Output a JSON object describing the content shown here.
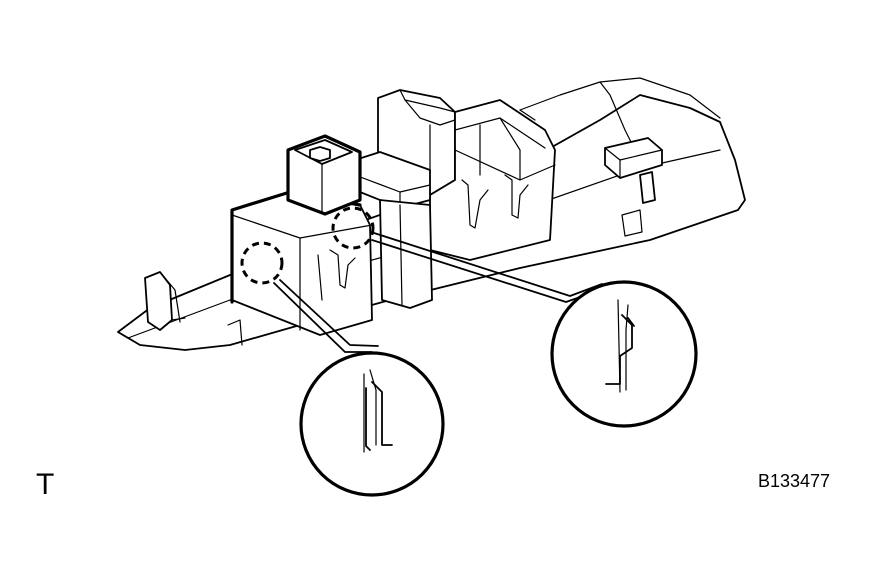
{
  "diagram": {
    "corner_letter": "T",
    "figure_code": "B133477",
    "callouts": [
      {
        "name": "left-claw-detail"
      },
      {
        "name": "right-claw-detail"
      }
    ]
  }
}
